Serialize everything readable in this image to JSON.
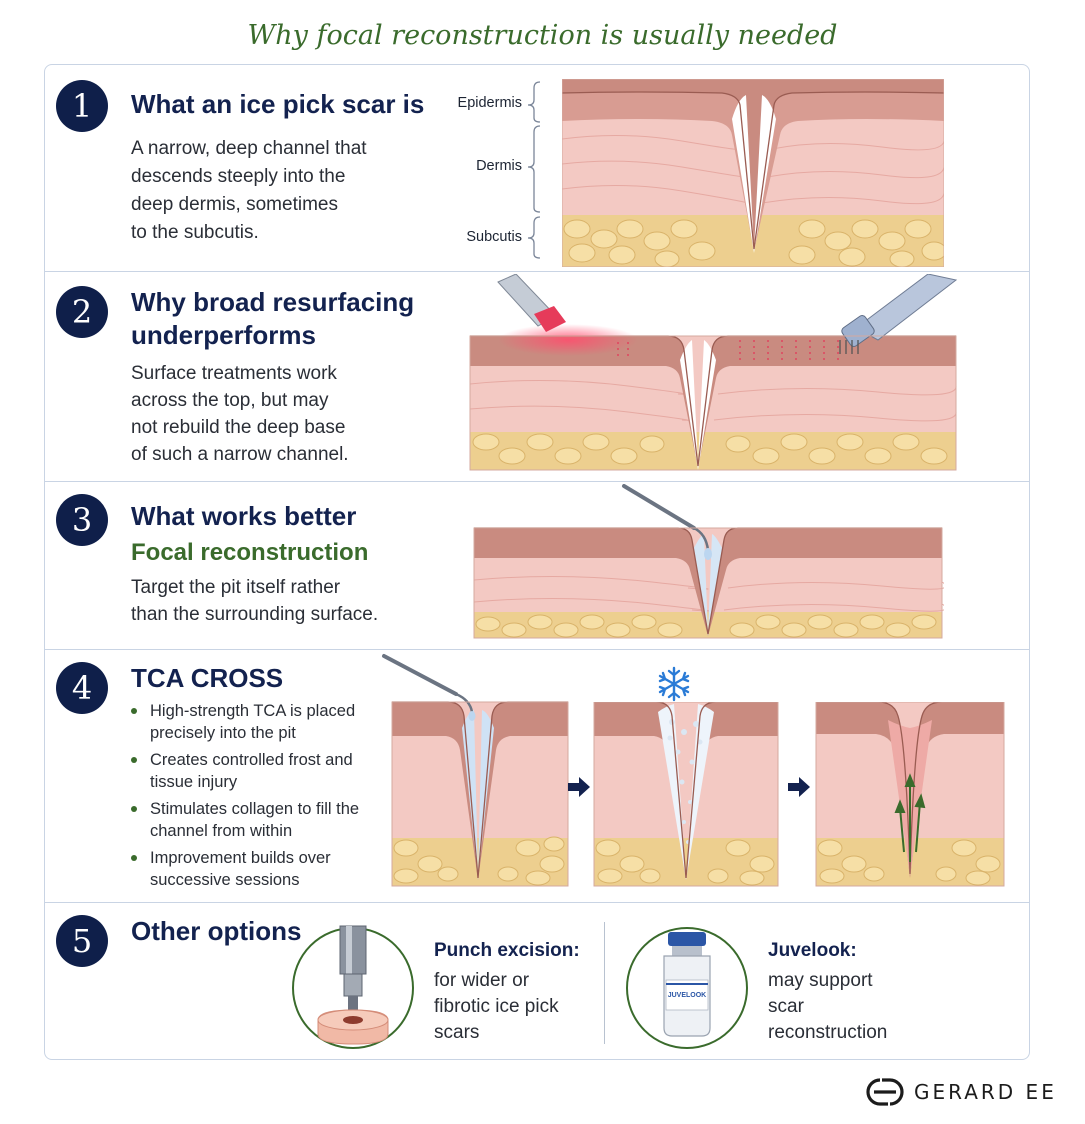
{
  "title": "Why focal reconstruction is usually needed",
  "sections": [
    {
      "number": "1",
      "heading": "What an ice pick scar is",
      "body": "A narrow, deep channel that descends steeply into the deep dermis, sometimes to the subcutis.",
      "body_lines": [
        "A narrow, deep channel that",
        "descends steeply into the",
        "deep dermis, sometimes",
        "to the subcutis."
      ],
      "layer_labels": [
        "Epidermis",
        "Dermis",
        "Subcutis"
      ]
    },
    {
      "number": "2",
      "heading_lines": [
        "Why broad resurfacing",
        "underperforms"
      ],
      "body_lines": [
        "Surface treatments work",
        "across the top, but may",
        "not rebuild the deep base",
        "of such a narrow channel."
      ]
    },
    {
      "number": "3",
      "heading": "What works better",
      "subheading": "Focal reconstruction",
      "body_lines": [
        "Target the pit itself rather",
        "than the surrounding surface."
      ]
    },
    {
      "number": "4",
      "heading": "TCA CROSS",
      "bullets": [
        "High-strength TCA is placed precisely into the pit",
        "Creates controlled frost and tissue injury",
        "Stimulates collagen to fill the channel from within",
        "Improvement builds over successive sessions"
      ]
    },
    {
      "number": "5",
      "heading": "Other options",
      "options": [
        {
          "title": "Punch excision:",
          "text_lines": [
            "for wider or",
            "fibrotic ice pick",
            "scars"
          ]
        },
        {
          "title": "Juvelook:",
          "text_lines": [
            "may support",
            "scar",
            "reconstruction"
          ],
          "vial_label": "JUVELOOK"
        }
      ]
    }
  ],
  "brand": {
    "name": "GERARD EE"
  },
  "colors": {
    "title_green": "#3a6b2c",
    "heading_navy": "#13224f",
    "number_circle": "#0f1f4a",
    "epidermis": "#c98b80",
    "dermis": "#f3c9c3",
    "subcutis": "#edcf8f",
    "panel_border": "#c9d4e4"
  },
  "icons": [
    "laser-handpiece-icon",
    "microneedle-handpiece-icon",
    "applicator-icon",
    "snowflake-icon",
    "arrow-right-icon",
    "punch-tool-icon",
    "vial-icon",
    "gerard-ee-logo-icon"
  ]
}
